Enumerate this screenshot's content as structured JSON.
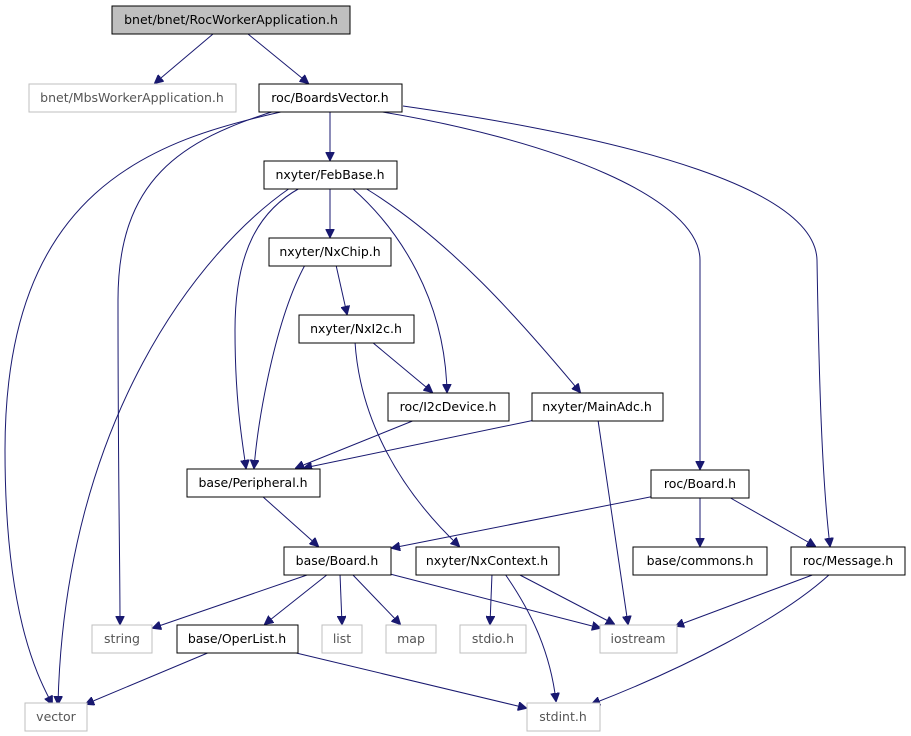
{
  "nodes": {
    "root": "bnet/bnet/RocWorkerApplication.h",
    "mbs_worker": "bnet/MbsWorkerApplication.h",
    "boards_vector": "roc/BoardsVector.h",
    "feb_base": "nxyter/FebBase.h",
    "nx_chip": "nxyter/NxChip.h",
    "nx_i2c": "nxyter/NxI2c.h",
    "i2c_device": "roc/I2cDevice.h",
    "main_adc": "nxyter/MainAdc.h",
    "peripheral": "base/Peripheral.h",
    "roc_board": "roc/Board.h",
    "base_board": "base/Board.h",
    "nx_context": "nxyter/NxContext.h",
    "commons": "base/commons.h",
    "message": "roc/Message.h",
    "string": "string",
    "oper_list": "base/OperList.h",
    "list": "list",
    "map": "map",
    "stdio": "stdio.h",
    "iostream": "iostream",
    "vector": "vector",
    "stdint": "stdint.h"
  },
  "colors": {
    "edge": "#191970",
    "root_fill": "#bfbfbf",
    "external_border": "#bfbfbf"
  }
}
